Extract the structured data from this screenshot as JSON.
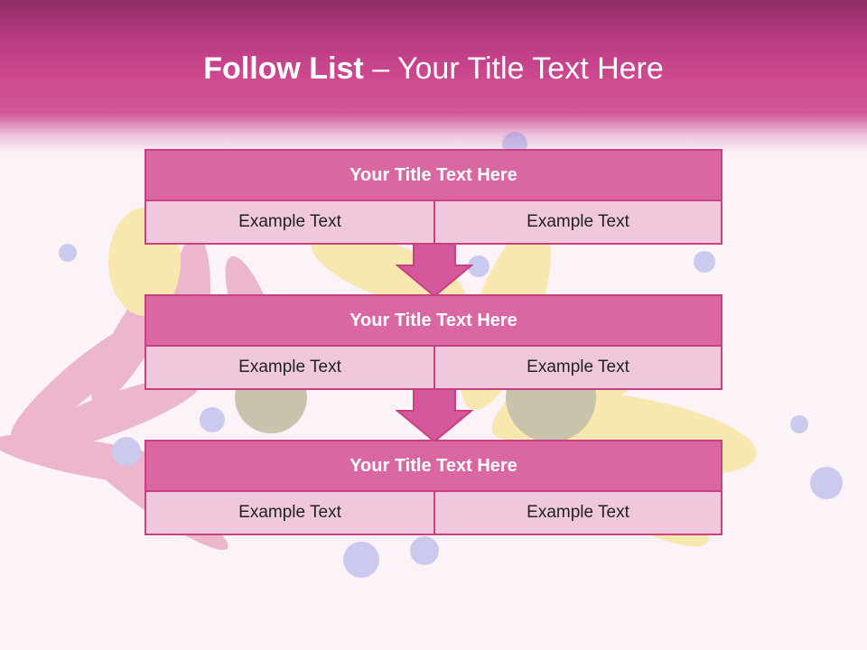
{
  "slide": {
    "title_bold": "Follow List",
    "title_sep": " – ",
    "title_rest": "Your Title Text Here"
  },
  "steps": [
    {
      "title": "Your Title Text Here",
      "left": "Example Text",
      "right": "Example Text"
    },
    {
      "title": "Your Title Text Here",
      "left": "Example Text",
      "right": "Example Text"
    },
    {
      "title": "Your Title Text Here",
      "left": "Example Text",
      "right": "Example Text"
    }
  ],
  "colors": {
    "header": "#cf4a90",
    "step_title": "#db67a2",
    "cell": "#efc8dc",
    "border": "#c8407e"
  }
}
